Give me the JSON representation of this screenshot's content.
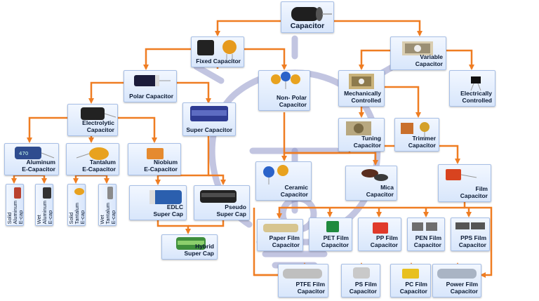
{
  "colors": {
    "connector": "#ef7d22",
    "node_top": "#f2f7ff",
    "node_bottom": "#d8e6fb",
    "node_border": "#a7bfe6",
    "watermark": "#8f95c9"
  },
  "nodes": {
    "capacitor": {
      "label": "Capacitor",
      "icon": "cylindrical-capacitor-icon"
    },
    "fixed": {
      "label": "Fixed Capacitor",
      "icon": "fixed-capacitor-icon"
    },
    "variable": {
      "label": "Variable\nCapacitor",
      "icon": "variable-capacitor-icon"
    },
    "polar": {
      "label": "Polar Capacitor",
      "icon": "polar-capacitor-icon"
    },
    "nonpolar": {
      "label": "Non- Polar\nCapacitor",
      "icon": "disc-capacitor-icon"
    },
    "mechanical": {
      "label": "Mechanically\nControlled",
      "icon": "mechanical-capacitor-icon"
    },
    "electrical": {
      "label": "Electrically\nControlled",
      "icon": "electrical-capacitor-icon"
    },
    "electrolytic": {
      "label": "Electrolytic\nCapacitor",
      "icon": "electrolytic-capacitor-icon"
    },
    "supercap": {
      "label": "Super Capacitor",
      "icon": "super-capacitor-icon"
    },
    "tuning": {
      "label": "Tuning\nCapacitor",
      "icon": "tuning-capacitor-icon"
    },
    "trimmer": {
      "label": "Trimmer\nCapacitor",
      "icon": "trimmer-capacitor-icon"
    },
    "aluminum": {
      "label": "Aluminum\nE-Capacitor",
      "icon": "aluminum-capacitor-icon"
    },
    "tantalum": {
      "label": "Tantalum\nE-Capacitor",
      "icon": "tantalum-capacitor-icon"
    },
    "niobium": {
      "label": "Niobium\nE-Capacitor",
      "icon": "niobium-capacitor-icon"
    },
    "edlc": {
      "label": "EDLC\nSuper Cap",
      "icon": "edlc-icon"
    },
    "pseudo": {
      "label": "Pseudo\nSuper Cap",
      "icon": "pseudo-supercap-icon"
    },
    "hybrid": {
      "label": "Hybrid\nSuper Cap",
      "icon": "hybrid-supercap-icon"
    },
    "ceramic": {
      "label": "Ceramic\nCapacitor",
      "icon": "ceramic-capacitor-icon"
    },
    "mica": {
      "label": "Mica\nCapacitor",
      "icon": "mica-capacitor-icon"
    },
    "film": {
      "label": "Film\nCapacitor",
      "icon": "film-capacitor-icon"
    },
    "paper": {
      "label": "Paper Film\nCapacitor",
      "icon": "paper-film-icon"
    },
    "pet": {
      "label": "PET Film\nCapacitor",
      "icon": "pet-film-icon"
    },
    "pp": {
      "label": "PP Film\nCapacitor",
      "icon": "pp-film-icon"
    },
    "pen": {
      "label": "PEN Film\nCapacitor",
      "icon": "pen-film-icon"
    },
    "pps": {
      "label": "PPS Film\nCapacitor",
      "icon": "pps-film-icon"
    },
    "ptfe": {
      "label": "PTFE Film\nCapacitor",
      "icon": "ptfe-film-icon"
    },
    "ps": {
      "label": "PS Film\nCapacitor",
      "icon": "ps-film-icon"
    },
    "pc": {
      "label": "PC Film\nCapacitor",
      "icon": "pc-film-icon"
    },
    "power": {
      "label": "Power Film\nCapacitor",
      "icon": "power-film-icon"
    },
    "solid_al": {
      "label": "Solid\nAluminum\nE-cap",
      "icon": "solid-aluminum-icon"
    },
    "wet_al": {
      "label": "Wet\nAluminum\nE-cap",
      "icon": "wet-aluminum-icon"
    },
    "solid_ta": {
      "label": "Solid\nTantalum\nE-cap",
      "icon": "solid-tantalum-icon"
    },
    "wet_ta": {
      "label": "Wet\nTantalum\nE-cap",
      "icon": "wet-tantalum-icon"
    }
  }
}
